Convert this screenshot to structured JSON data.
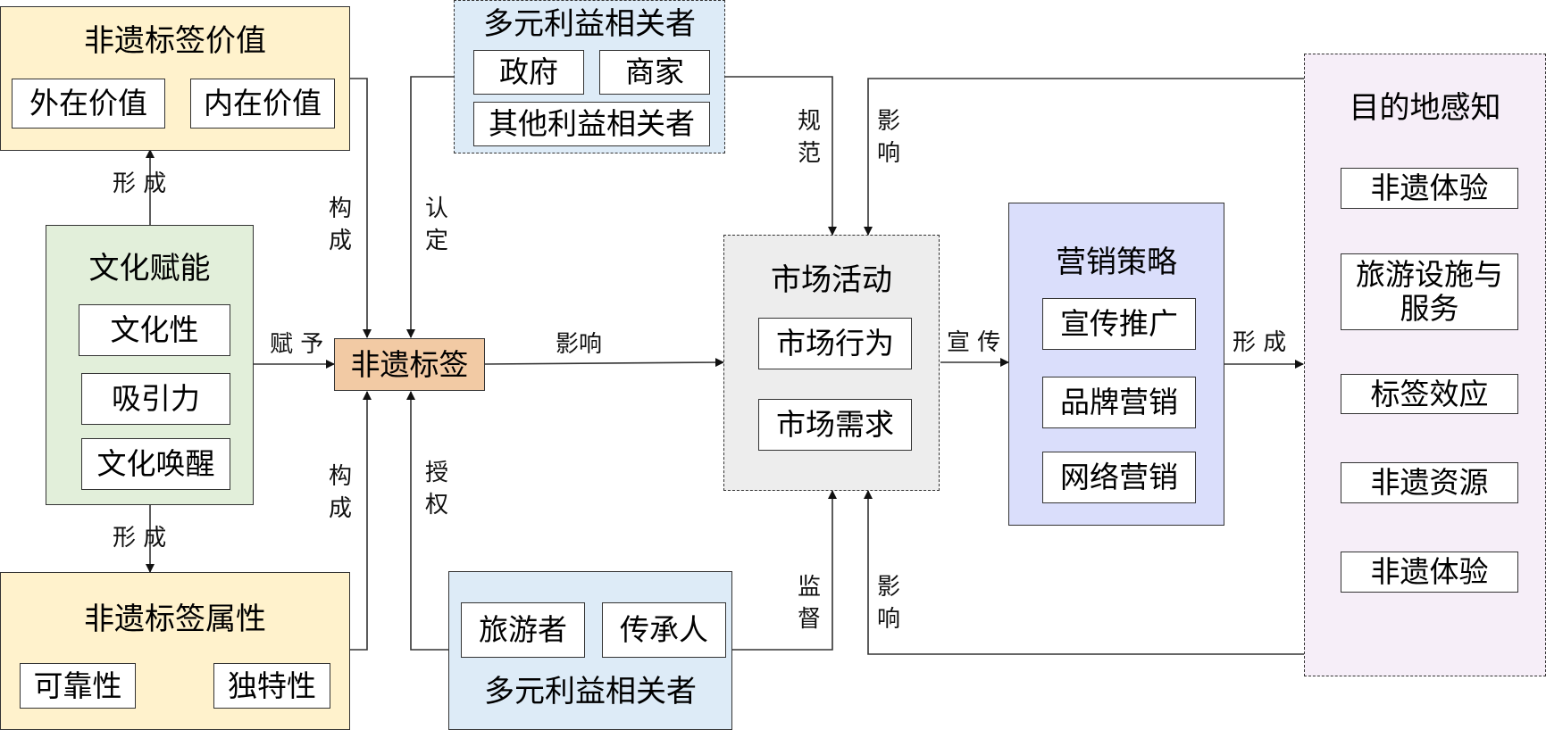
{
  "colors": {
    "yellow_fill": "#FFF2CC",
    "green_fill": "#E2EFDA",
    "blue_fill": "#DDEBF7",
    "gray_fill": "#EDEDED",
    "lavender_fill": "#DADEFB",
    "pink_fill": "#F6EEF8",
    "center_fill": "#F2CAA4",
    "line": "#333333"
  },
  "value_box": {
    "title": "非遗标签价值",
    "items": [
      "外在价值",
      "内在价值"
    ]
  },
  "cultural_box": {
    "title": "文化赋能",
    "items": [
      "文化性",
      "吸引力",
      "文化唤醒"
    ]
  },
  "attribute_box": {
    "title": "非遗标签属性",
    "items": [
      "可靠性",
      "独特性"
    ]
  },
  "center_label": "非遗标签",
  "stakeholders_top": {
    "title": "多元利益相关者",
    "items": [
      "政府",
      "商家",
      "其他利益相关者"
    ]
  },
  "stakeholders_bottom": {
    "title": "多元利益相关者",
    "items": [
      "旅游者",
      "传承人"
    ]
  },
  "market_box": {
    "title": "市场活动",
    "items": [
      "市场行为",
      "市场需求"
    ]
  },
  "marketing_box": {
    "title": "营销策略",
    "items": [
      "宣传推广",
      "品牌营销",
      "网络营销"
    ]
  },
  "destination_box": {
    "title": "目的地感知",
    "items": [
      "非遗体验",
      "旅游设施与服务",
      "标签效应",
      "非遗资源",
      "非遗体验"
    ]
  },
  "edge_labels": {
    "form_up": "形 成",
    "form_down": "形 成",
    "compose_top": "构成",
    "compose_bottom": "构成",
    "recognize": "认定",
    "authorize": "授权",
    "endow": "赋 予",
    "influence_center": "影响",
    "regulate": "规范",
    "influence_top": "影响",
    "supervise": "监督",
    "influence_bottom": "影响",
    "publicize": "宣 传",
    "form_right": "形 成"
  }
}
